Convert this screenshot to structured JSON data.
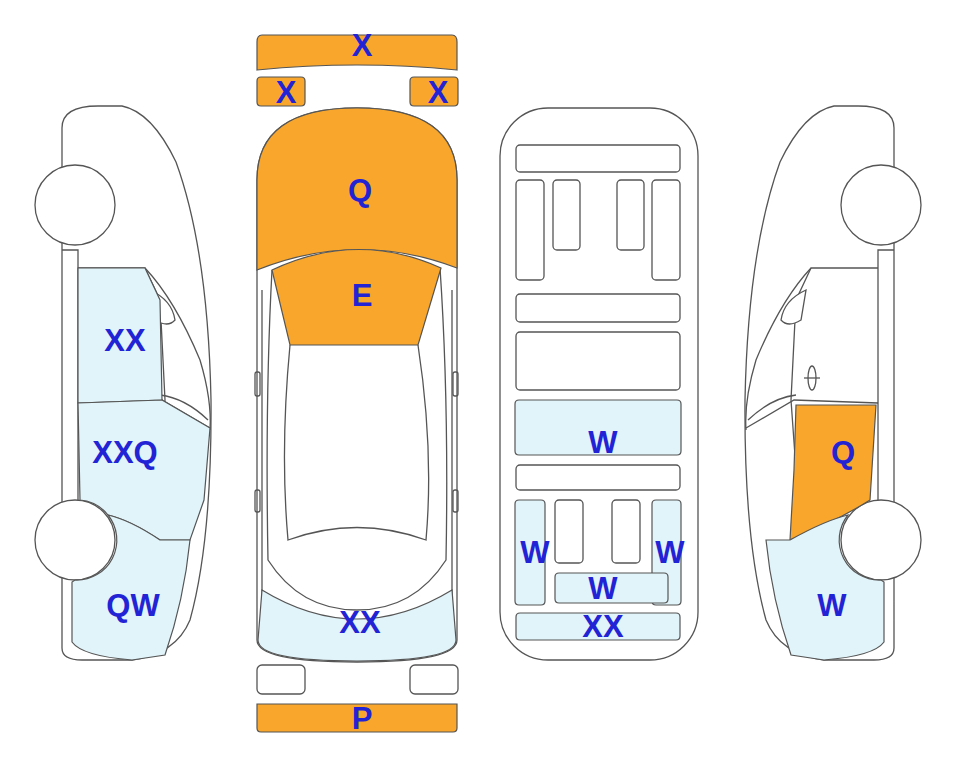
{
  "diagram": {
    "nodes": [
      {
        "text": [
          "X"
        ]
      },
      {
        "text": [
          "X"
        ]
      },
      {
        "text": [
          "X"
        ]
      },
      {
        "text": [
          "Q"
        ]
      },
      {
        "text": [
          "E"
        ]
      },
      {
        "text": [
          "XX"
        ]
      },
      {
        "text": [
          "XXQ"
        ]
      },
      {
        "text": [
          "QW"
        ]
      },
      {
        "text": [
          "XX"
        ]
      },
      {
        "text": [
          "P"
        ]
      },
      {
        "text": [
          "W"
        ]
      },
      {
        "text": [
          "W"
        ]
      },
      {
        "text": [
          "W"
        ]
      },
      {
        "text": [
          "W"
        ]
      },
      {
        "text": [
          "XX"
        ]
      },
      {
        "text": [
          "Q"
        ]
      },
      {
        "text": [
          "W"
        ]
      }
    ]
  }
}
